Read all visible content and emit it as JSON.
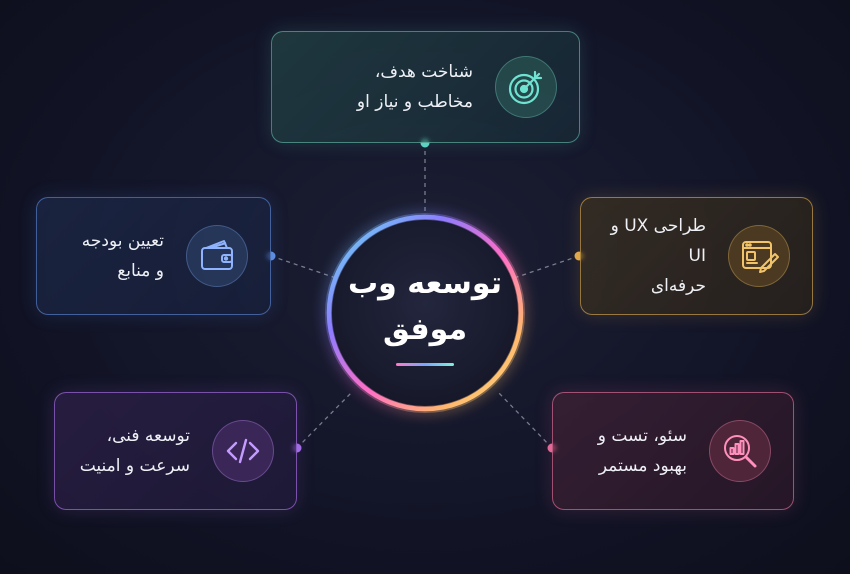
{
  "center": {
    "title_line1": "توسعه وب",
    "title_line2": "موفق"
  },
  "nodes": {
    "top": {
      "line1": "شناخت هدف،",
      "line2": "مخاطب و نیاز او",
      "icon": "target-icon",
      "accent": "#5fd4c4"
    },
    "left": {
      "line1": "تعیین بودجه",
      "line2": "و منابع",
      "icon": "wallet-icon",
      "accent": "#5f8ee0"
    },
    "right": {
      "line1": "طراحی UX و UI",
      "line2": "حرفه‌ای",
      "icon": "design-tool-icon",
      "accent": "#e0a84a"
    },
    "bottom_left": {
      "line1": "توسعه فنی،",
      "line2": "سرعت و امنیت",
      "icon": "code-icon",
      "accent": "#a36de8"
    },
    "bottom_right": {
      "line1": "سئو، تست و",
      "line2": "بهبود مستمر",
      "icon": "analytics-search-icon",
      "accent": "#e56a96"
    }
  },
  "colors": {
    "background": "#14162a",
    "ring_gradient": [
      "#ff6ec7",
      "#8a6cff",
      "#5ad6f0",
      "#ffd36e"
    ]
  }
}
